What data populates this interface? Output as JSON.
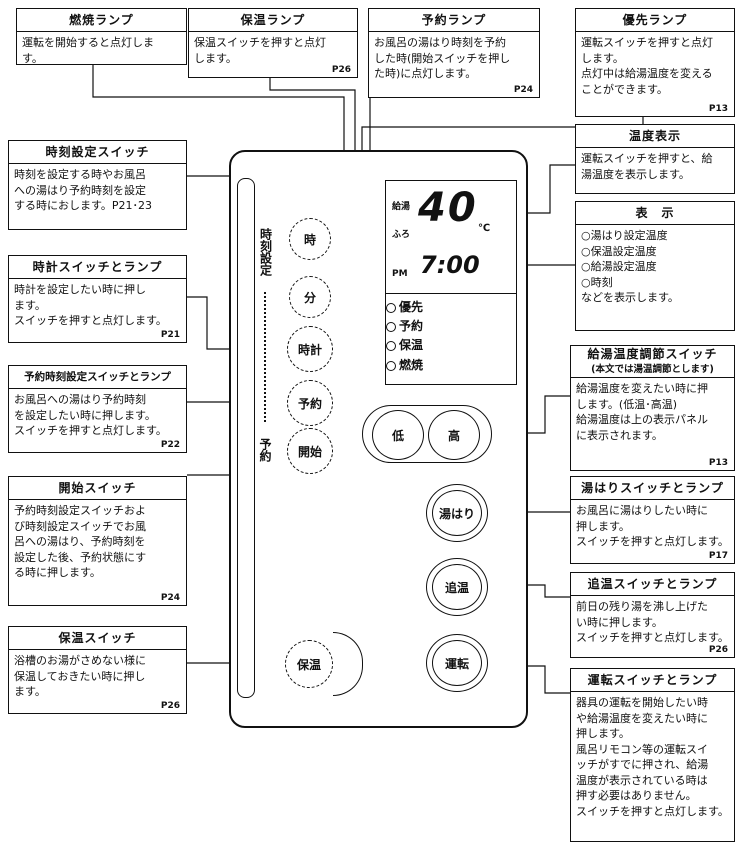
{
  "callouts": {
    "combustion_lamp": {
      "title": "燃焼ランプ",
      "lines": [
        "運転を開始すると点灯しま",
        "す。"
      ],
      "ref": ""
    },
    "keep_warm_lamp": {
      "title": "保温ランプ",
      "lines": [
        "保温スイッチを押すと点灯",
        "します。"
      ],
      "ref": "P26"
    },
    "reservation_lamp": {
      "title": "予約ランプ",
      "lines": [
        "お風呂の湯はり時刻を予約",
        "した時(開始スイッチを押し",
        "た時)に点灯します。"
      ],
      "ref": "P24"
    },
    "priority_lamp": {
      "title": "優先ランプ",
      "lines": [
        "運転スイッチを押すと点灯",
        "します。",
        "点灯中は給湯温度を変える",
        "ことができます。"
      ],
      "ref": "P13"
    },
    "time_setting_switch": {
      "title": "時刻設定スイッチ",
      "lines": [
        "時刻を設定する時やお風呂",
        "への湯はり予約時刻を設定",
        "する時におします。P21･23"
      ],
      "ref": ""
    },
    "temperature_display": {
      "title": "温度表示",
      "lines": [
        "運転スイッチを押すと、給",
        "湯温度を表示します。"
      ],
      "ref": ""
    },
    "display": {
      "title": "表　示",
      "lines": [
        "○湯はり設定温度",
        "○保温設定温度",
        "○給湯設定温度",
        "○時刻",
        "などを表示します。"
      ],
      "ref": ""
    },
    "clock_switch": {
      "title": "時計スイッチとランプ",
      "lines": [
        "時計を設定したい時に押し",
        "ます。",
        "スイッチを押すと点灯します。"
      ],
      "ref": "P21"
    },
    "reservation_time_switch": {
      "title": "予約時刻設定スイッチとランプ",
      "lines": [
        "お風呂への湯はり予約時刻",
        "を設定したい時に押します。",
        "スイッチを押すと点灯します。"
      ],
      "ref": "P22"
    },
    "hot_water_temp_switch": {
      "title": "給湯温度調節スイッチ",
      "subtitle": "(本文では湯温調節とします)",
      "lines": [
        "給湯温度を変えたい時に押",
        "します。(低温･高温)",
        "給湯温度は上の表示パネル",
        "に表示されます。"
      ],
      "ref": "P13"
    },
    "start_switch": {
      "title": "開始スイッチ",
      "lines": [
        "予約時刻設定スイッチおよ",
        "び時刻設定スイッチでお風",
        "呂への湯はり、予約時刻を",
        "設定した後、予約状態にす",
        "る時に押します。"
      ],
      "ref": "P24"
    },
    "fill_switch": {
      "title": "湯はりスイッチとランプ",
      "lines": [
        "お風呂に湯はりしたい時に",
        "押します。",
        "スイッチを押すと点灯します。"
      ],
      "ref": "P17"
    },
    "reheat_switch": {
      "title": "追温スイッチとランプ",
      "lines": [
        "前日の残り湯を沸し上げた",
        "い時に押します。",
        "スイッチを押すと点灯します。"
      ],
      "ref": "P26"
    },
    "keep_warm_switch": {
      "title": "保温スイッチ",
      "lines": [
        "浴槽のお湯がさめない様に",
        "保温しておきたい時に押し",
        "ます。"
      ],
      "ref": "P26"
    },
    "operation_switch": {
      "title": "運転スイッチとランプ",
      "lines": [
        "器具の運転を開始したい時",
        "や給湯温度を変えたい時に",
        "押します。",
        "風呂リモコン等の運転スイ",
        "ッチがすでに押され、給湯",
        "温度が表示されている時は",
        "押す必要はありません。",
        "スイッチを押すと点灯します。"
      ],
      "ref": ""
    }
  },
  "panel": {
    "display": {
      "label_supply": "給湯",
      "label_bath": "ふろ",
      "temperature": "40",
      "unit": "℃",
      "pm": "PM",
      "time": "7:00"
    },
    "lamps": [
      "優先",
      "予約",
      "保温",
      "燃焼"
    ],
    "side_label_time": "時刻設定",
    "side_label_reserve": "予約",
    "buttons": {
      "hour": "時",
      "minute": "分",
      "clock": "時計",
      "reserve": "予約",
      "start": "開始",
      "keep_warm": "保温",
      "low": "低",
      "high": "高",
      "fill": "湯はり",
      "reheat": "追温",
      "operation": "運転"
    }
  }
}
